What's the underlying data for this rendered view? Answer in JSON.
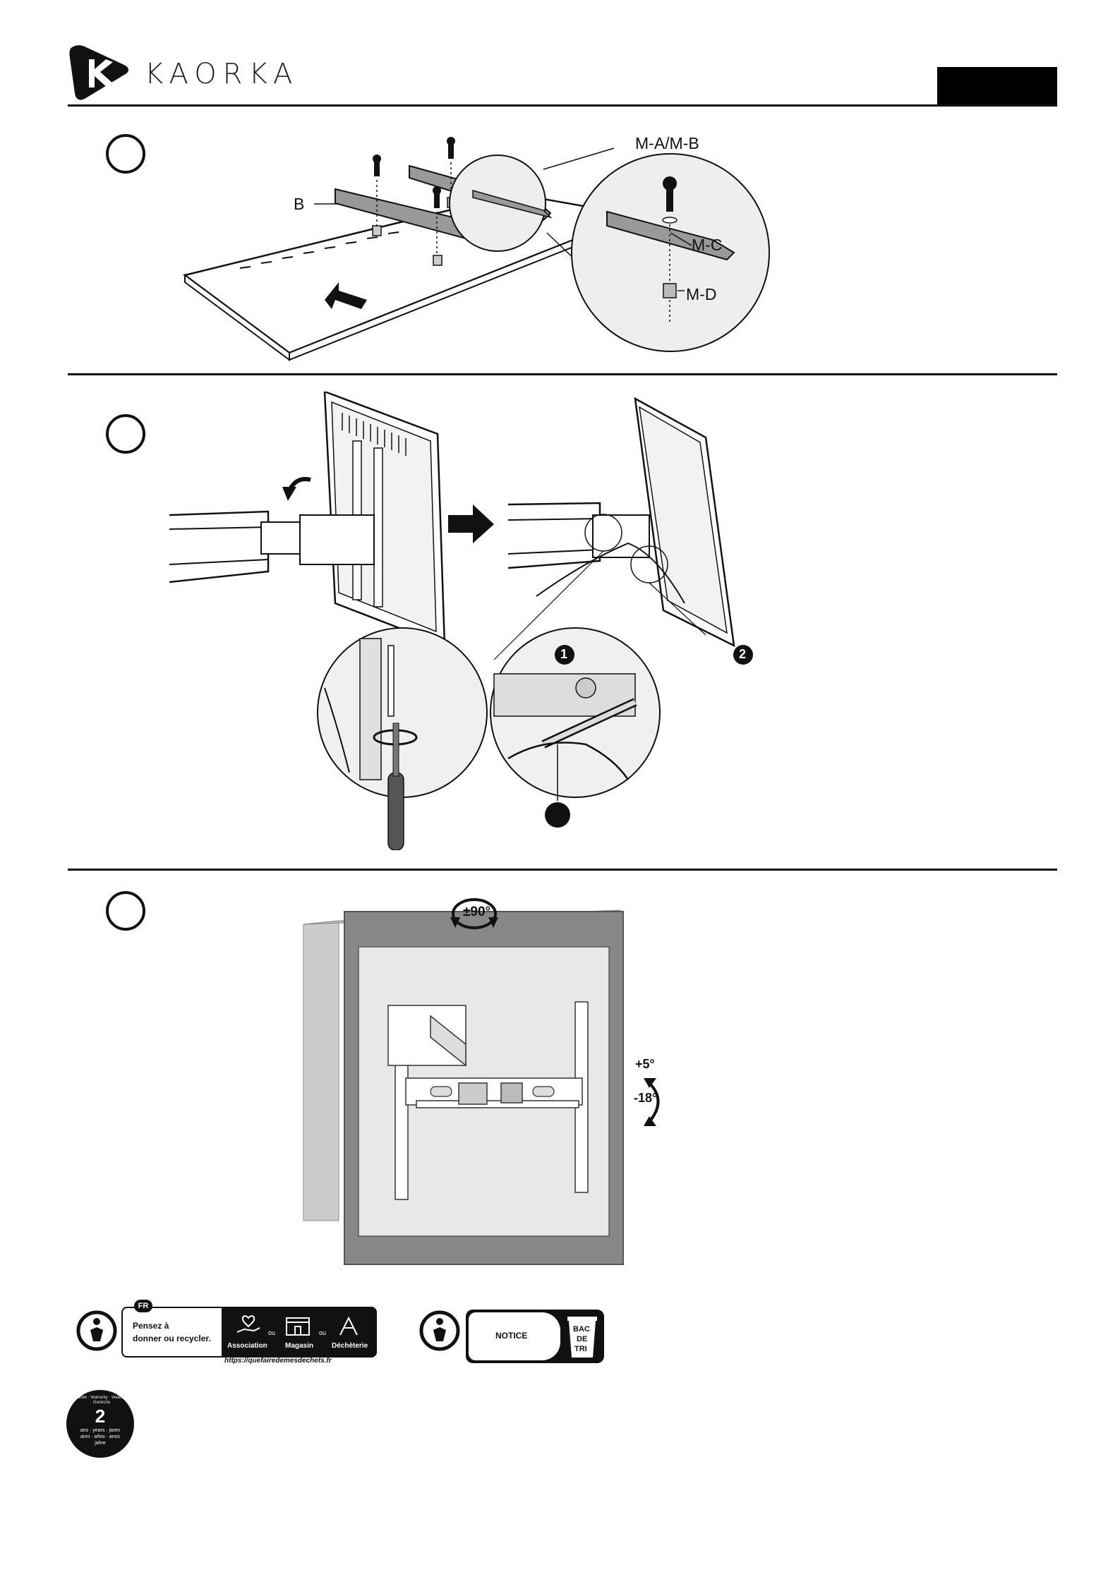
{
  "header": {
    "brand": "KAORKA"
  },
  "step1": {
    "labels": {
      "b": "B",
      "mab": "M-A/M-B",
      "mc": "M-C",
      "md": "M-D"
    }
  },
  "step2": {
    "callout1": "1",
    "callout2": "2"
  },
  "step3": {
    "rotation": "±90°",
    "tilt_up": "+5°",
    "tilt_down": "-18°"
  },
  "recycling": {
    "country": "FR",
    "line1": "Pensez à",
    "line2": "donner ou recycler.",
    "association": "Association",
    "ou1": "ou",
    "magasin": "Magasin",
    "ou2": "ou",
    "decheterie": "Déchèterie",
    "url": "https://quefairedemesdechets.fr",
    "notice": "NOTICE",
    "bac1": "BAC",
    "bac2": "DE",
    "bac3": "TRI"
  },
  "warranty": {
    "years": "2",
    "line1": "ans · years · jaren",
    "line2": "anni · años · anos",
    "line3": "jahre",
    "ring": "Garantie · Warranty · Waarborg · Garanzia"
  }
}
